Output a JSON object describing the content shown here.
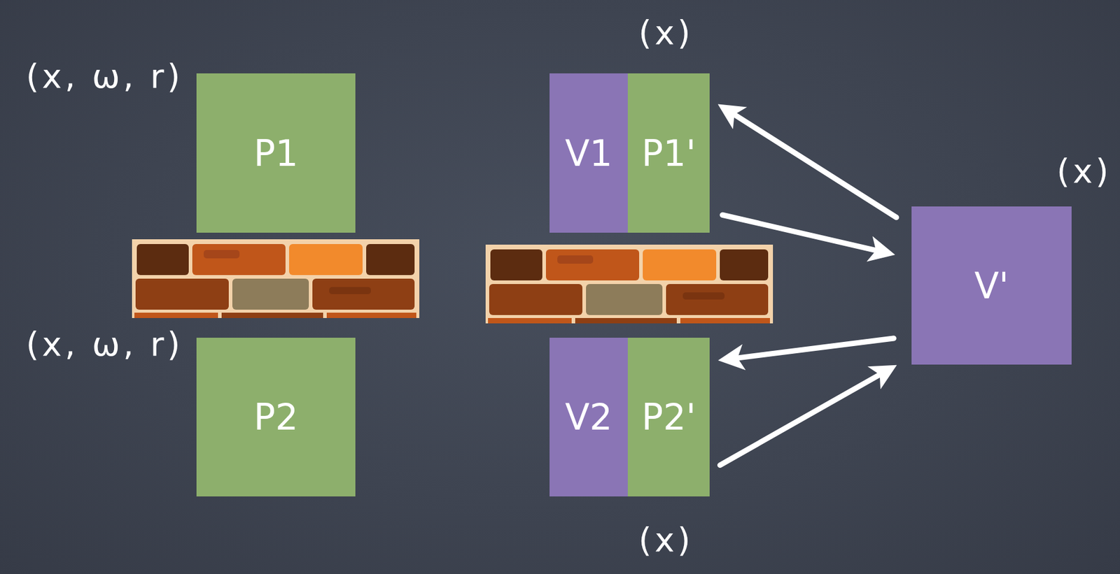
{
  "diagram": {
    "nodes": [
      {
        "text": [
          "(x, ω, r)",
          "P1"
        ]
      },
      {
        "text": [
          "V1"
        ]
      },
      {
        "text": [
          "(x)",
          "P1'"
        ]
      },
      {
        "text": [
          "(x)",
          "V'"
        ]
      },
      {
        "text": [
          "(x, ω, r)",
          "P2"
        ]
      },
      {
        "text": [
          "V2"
        ]
      },
      {
        "text": [
          "P2'",
          "(x)"
        ]
      }
    ],
    "edges": [
      {
        "from": 3,
        "to": 2,
        "arrow": "to"
      },
      {
        "from": 2,
        "to": 3,
        "arrow": "to"
      },
      {
        "from": 3,
        "to": 6,
        "arrow": "to"
      },
      {
        "from": 6,
        "to": 3,
        "arrow": "to"
      }
    ]
  }
}
